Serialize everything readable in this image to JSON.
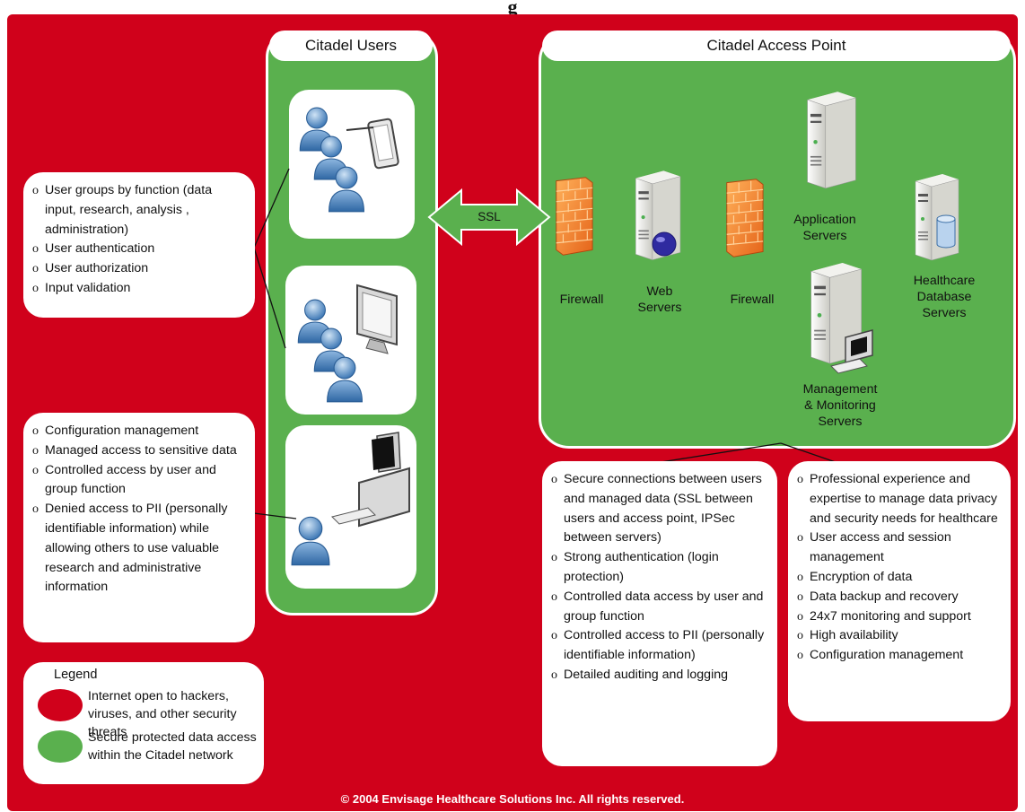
{
  "heading": "g",
  "users_title": "Citadel Users",
  "access_title": "Citadel Access Point",
  "ssl_label": "SSL",
  "components": {
    "firewall_1": "Firewall",
    "web_servers": [
      "Web",
      "Servers"
    ],
    "firewall_2": "Firewall",
    "app_servers": [
      "Application",
      "Servers"
    ],
    "db_servers": [
      "Healthcare",
      "Database",
      "Servers"
    ],
    "mgmt_servers": [
      "Management",
      "& Monitoring",
      "Servers"
    ]
  },
  "callouts": {
    "user_groups": [
      "User groups by function (data input, research, analysis , administration)",
      "User authentication",
      "User authorization",
      "Input validation"
    ],
    "config": [
      "Configuration management",
      "Managed access to sensitive data",
      "Controlled access by user and group function",
      "Denied access to PII (personally identifiable information) while allowing others to use valuable research and administrative information"
    ],
    "secure": [
      "Secure connections between users and managed data (SSL between users and access point, IPSec between servers)",
      "Strong authentication (login protection)",
      "Controlled data access by user and group function",
      "Controlled access to PII (personally identifiable information)",
      "Detailed auditing and logging"
    ],
    "professional": [
      "Professional experience and expertise to manage data privacy and security needs for healthcare",
      "User access and session management",
      "Encryption of data",
      "Data backup and recovery",
      "24x7 monitoring and support",
      "High availability",
      "Configuration management"
    ]
  },
  "legend": {
    "title": "Legend",
    "red_text": "Internet open to hackers, viruses, and other security threats",
    "green_text": "Secure protected data access within the Citadel network",
    "red_color": "#d0011b",
    "green_color": "#5ab04e"
  },
  "copyright": "© 2004 Envisage Healthcare Solutions Inc.  All rights reserved."
}
